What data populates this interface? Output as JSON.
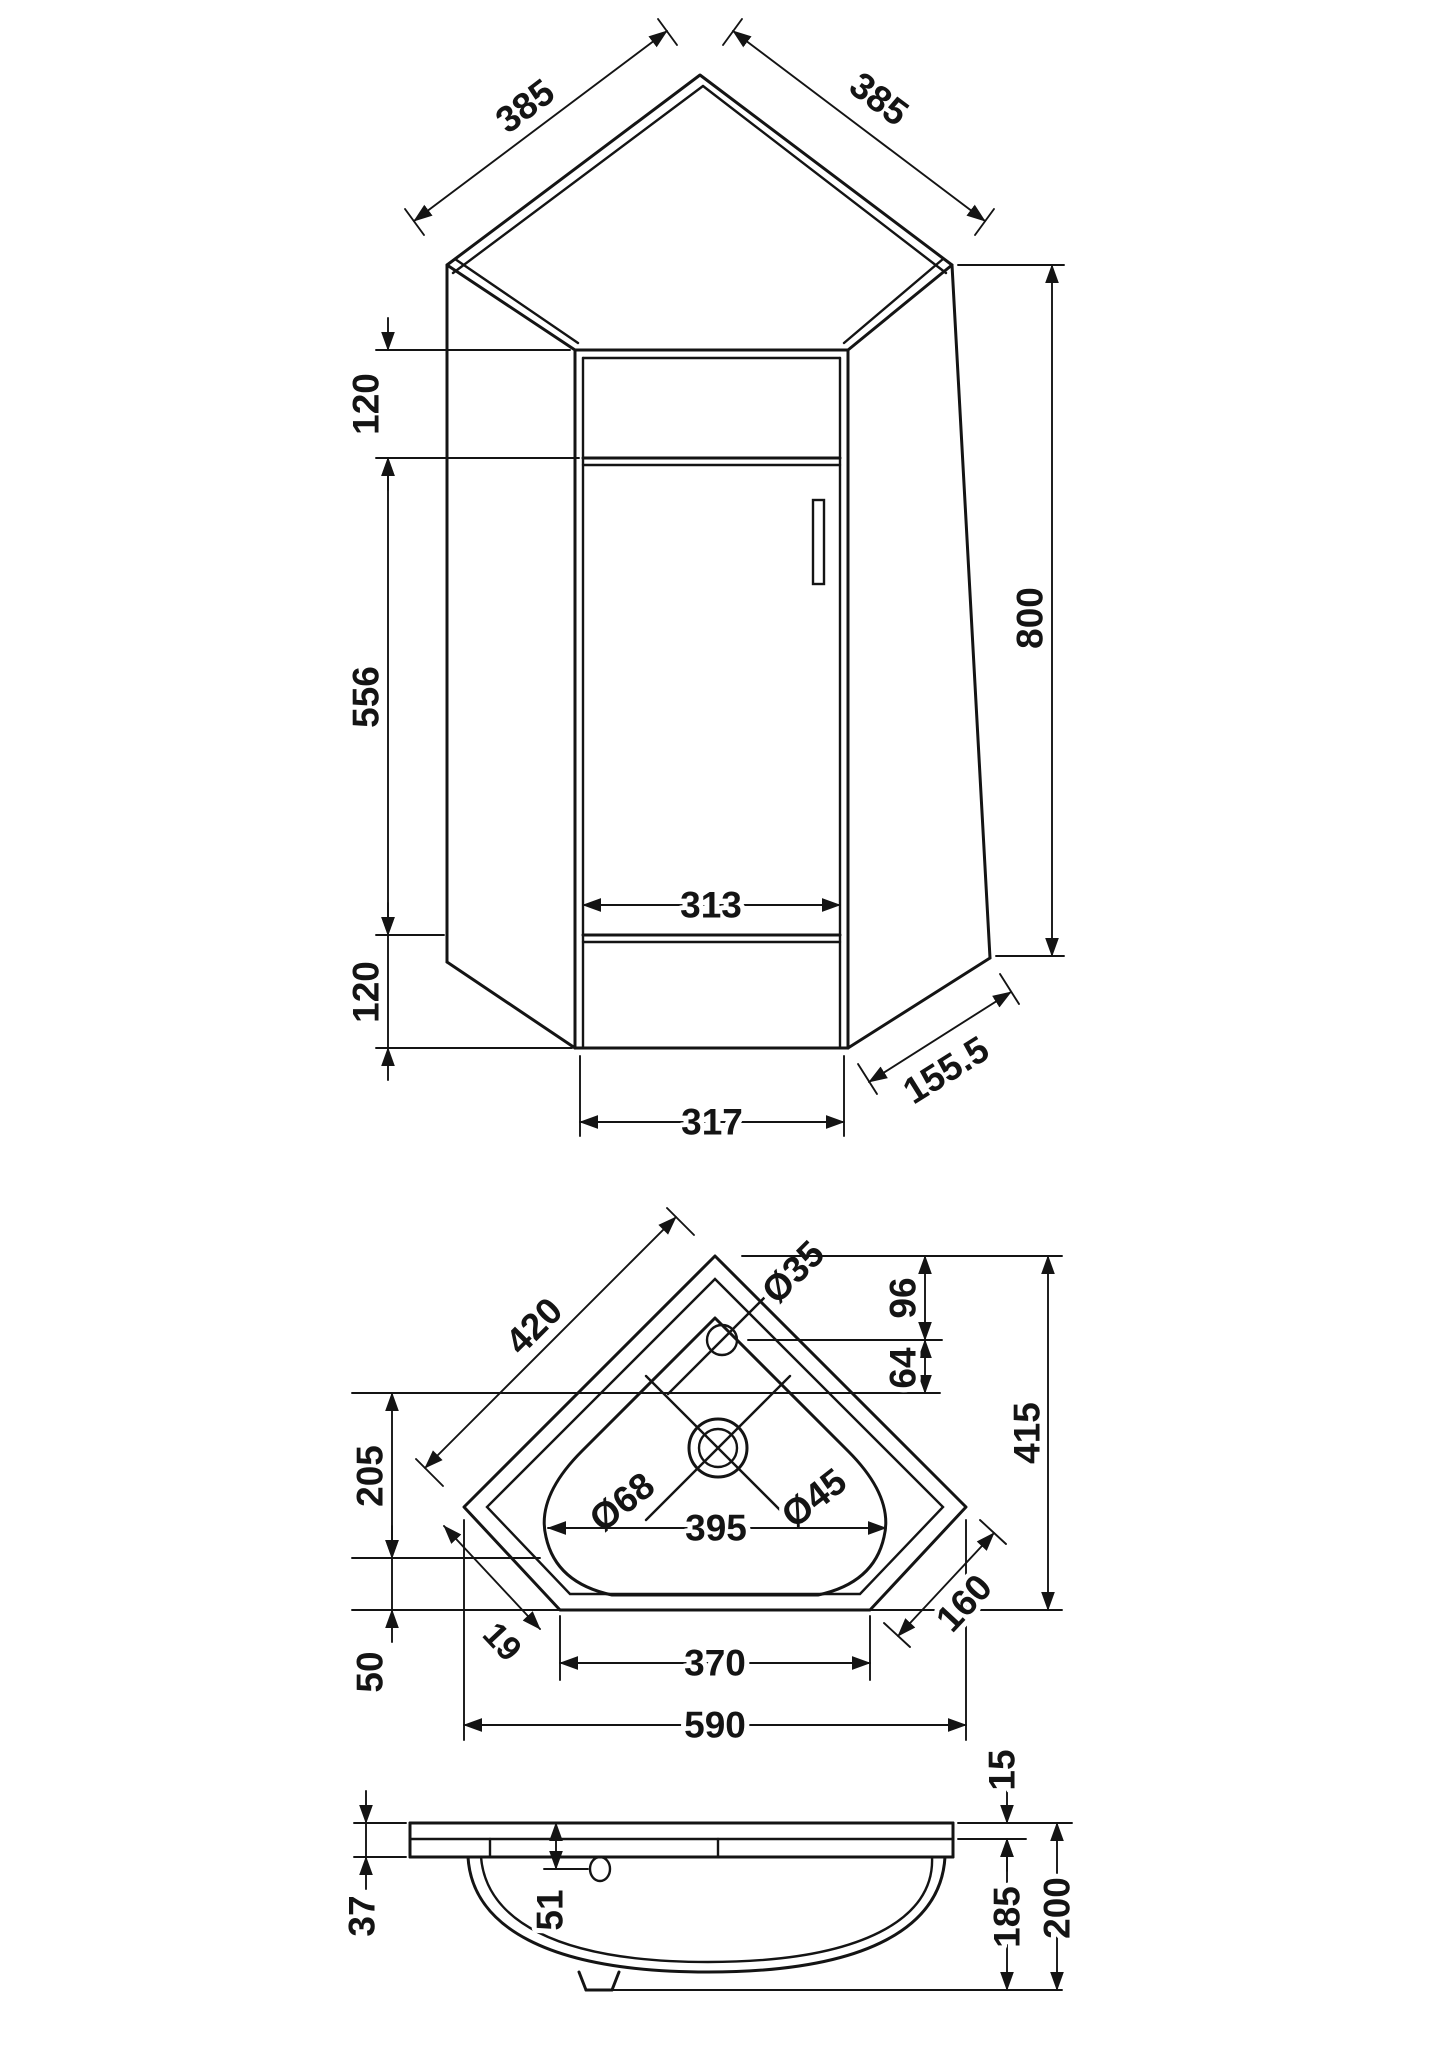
{
  "meta": {
    "background": "#ffffff",
    "line_color": "#141414",
    "drawing_type": "corner vanity unit technical dimension drawing"
  },
  "views": {
    "cabinet_front": {
      "dims": {
        "top_edge_left": "385",
        "top_edge_right": "385",
        "worktop_band_height": "120",
        "door_height": "556",
        "plinth_height": "120",
        "overall_height": "800",
        "door_width": "313",
        "base_width": "317",
        "side_return_depth": "155.5"
      }
    },
    "basin_plan": {
      "dims": {
        "rear_edge": "420",
        "tap_hole_diameter": "Ø35",
        "tap_hole_from_apex": "96",
        "tap_hole_to_bowl": "64",
        "overall_depth": "415",
        "bowl_depth": "205",
        "waste_outer_diameter": "Ø68",
        "waste_inner_diameter": "Ø45",
        "bowl_width": "395",
        "rim_width": "19",
        "corner_chamfer": "160",
        "front_inset": "50",
        "front_flat_width": "370",
        "overall_width": "590"
      }
    },
    "basin_section": {
      "dims": {
        "rim_thickness": "15",
        "deck_thickness": "37",
        "overflow_depth": "51",
        "bowl_depth": "185",
        "overall_depth": "200"
      }
    }
  }
}
